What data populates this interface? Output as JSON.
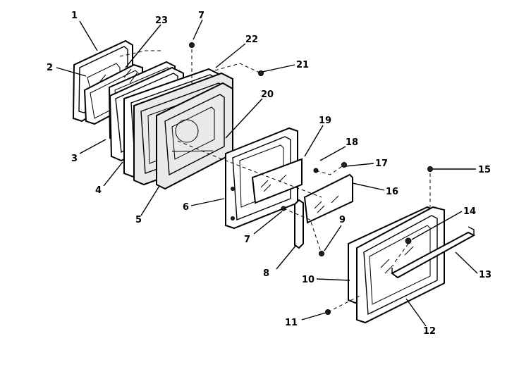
{
  "diagram": {
    "callouts": {
      "c1": "1",
      "c2": "2",
      "c3": "3",
      "c4": "4",
      "c5": "5",
      "c6": "6",
      "c7a": "7",
      "c7b": "7",
      "c8": "8",
      "c9": "9",
      "c10": "10",
      "c11": "11",
      "c12": "12",
      "c13": "13",
      "c14": "14",
      "c15": "15",
      "c16": "16",
      "c17": "17",
      "c18": "18",
      "c19": "19",
      "c20": "20",
      "c21": "21",
      "c22": "22",
      "c23": "23"
    }
  }
}
